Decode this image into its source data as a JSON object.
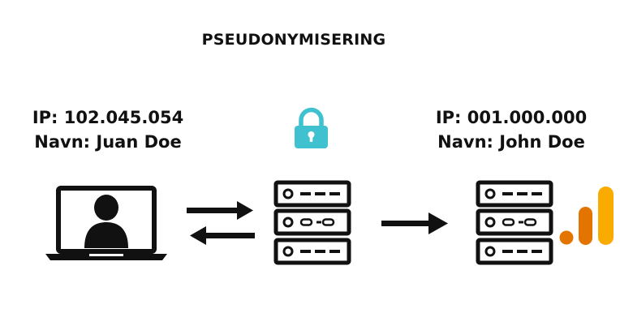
{
  "title": "PSEUDONYMISERING",
  "source": {
    "ip": "IP: 102.045.054",
    "name": "Navn: Juan Doe"
  },
  "destination": {
    "ip": "IP: 001.000.000",
    "name": "Navn: John Doe"
  },
  "colors": {
    "lock": "#3fc1cf",
    "analytics_dark": "#e37400",
    "analytics_light": "#f9ab00",
    "ink": "#111111"
  },
  "icons": [
    "laptop-user-icon",
    "bidirectional-arrows-icon",
    "lock-icon",
    "server-icon",
    "right-arrow-icon",
    "analytics-icon"
  ]
}
